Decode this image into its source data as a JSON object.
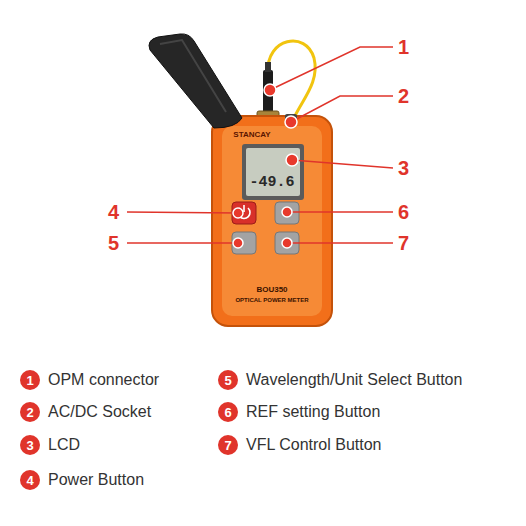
{
  "diagram": {
    "nodes": [
      {
        "text": [
          "1",
          "OPM connector"
        ]
      },
      {
        "text": [
          "2",
          "AC/DC Socket"
        ]
      },
      {
        "text": [
          "3",
          "LCD"
        ]
      },
      {
        "text": [
          "4",
          "Power Button"
        ]
      },
      {
        "text": [
          "5",
          "Wavelength/Unit Select Button"
        ]
      },
      {
        "text": [
          "6",
          "REF setting Button"
        ]
      },
      {
        "text": [
          "7",
          "VFL Control Button"
        ]
      }
    ],
    "labels": [
      "1",
      "2",
      "3",
      "4",
      "5",
      "6",
      "7",
      "STANCAY",
      "-49.6",
      "BOU350",
      "OPTICAL POWER METER"
    ]
  }
}
